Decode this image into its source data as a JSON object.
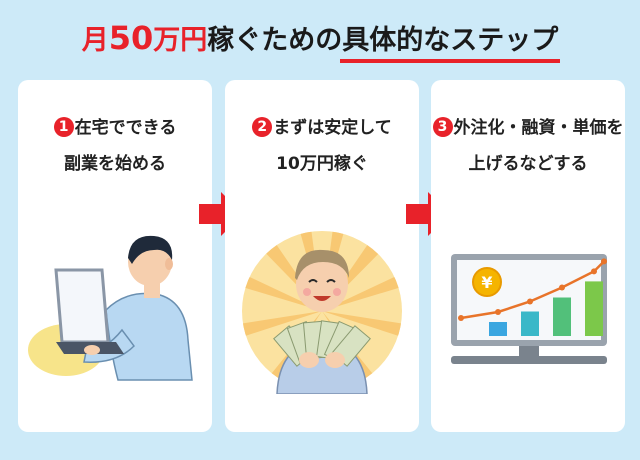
{
  "title": {
    "part1": "月",
    "amount": "50",
    "part2": "万円",
    "part3": "稼ぐための",
    "part4": "具体的なステップ"
  },
  "steps": [
    {
      "number": "1",
      "line1": "在宅でできる",
      "line2": "副業を始める"
    },
    {
      "number": "2",
      "line1": "まずは安定して",
      "line2": "10万円稼ぐ"
    },
    {
      "number": "3",
      "line1": "外注化・融資・単価を",
      "line2": "上げるなどする"
    }
  ],
  "icons": {
    "arrow": "right-arrow-icon",
    "yen": "yen-coin-icon"
  },
  "colors": {
    "background": "#cdeaf8",
    "accent": "#e8222a",
    "card": "#ffffff",
    "chart_bars": [
      "#3aa6e0",
      "#3ab8c8",
      "#52c07a",
      "#7cc84a"
    ],
    "chart_line": "#e8742a"
  },
  "chart_bars": [
    0.2,
    0.35,
    0.55,
    0.78
  ],
  "yen_symbol": "¥"
}
